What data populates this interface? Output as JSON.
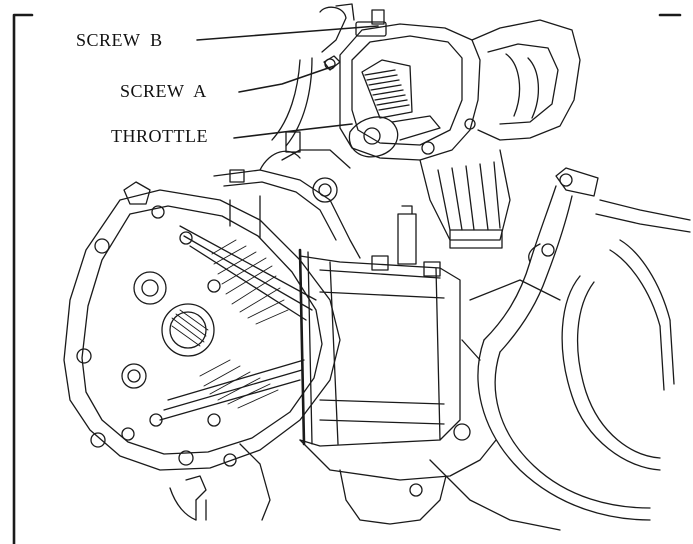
{
  "labels": {
    "screw_b": "SCREW  B",
    "screw_a": "SCREW  A",
    "throttle": "THROTTLE"
  },
  "colors": {
    "line": "#1a1a1a",
    "background": "#ffffff"
  }
}
